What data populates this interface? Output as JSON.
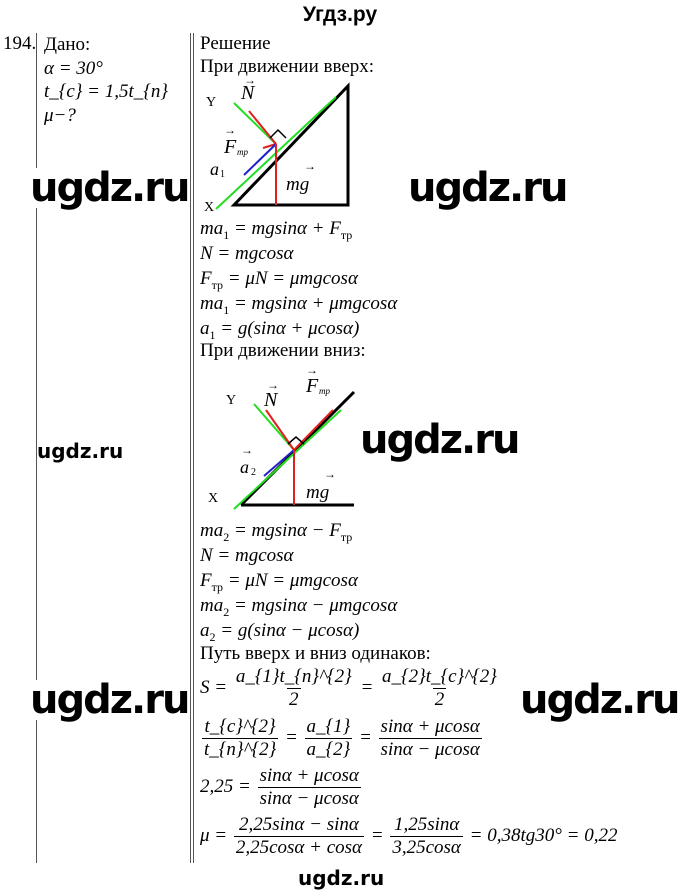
{
  "header": {
    "title": "Угдз.ру"
  },
  "problem_number": "194.",
  "given": {
    "label": "Дано:",
    "lines": [
      [
        "α = 30°"
      ],
      [
        "t_{с} = 1,5t_{п}"
      ],
      [
        "μ−?"
      ]
    ]
  },
  "solution": {
    "label": "Решение",
    "up_heading": "При движении вверх:",
    "up_lines": [
      [
        "ma_{1} = mgsinα + F_{тр}"
      ],
      [
        "N = mgcosα"
      ],
      [
        "F_{тр} = μN = μmgcosα"
      ],
      [
        "ma_{1} = mgsinα + μmgcosα"
      ],
      [
        "a_{1} = g(sinα + μcosα)"
      ]
    ],
    "down_heading": "При движении вниз:",
    "down_lines": [
      [
        "ma_{2} = mgsinα − F_{тр}"
      ],
      [
        "N = mgcosα"
      ],
      [
        "F_{тр} = μN = μmgcosα"
      ],
      [
        "ma_{2} = mgsinα − μmgcosα"
      ],
      [
        "a_{2} = g(sinα − μcosα)"
      ]
    ],
    "path_heading": "Путь вверх и вниз одинаков:",
    "path_lines": [
      [
        "S = ",
        {
          "num": "a_{1}t_{п}^{2}",
          "den": "2"
        },
        " = ",
        {
          "num": "a_{2}t_{с}^{2}",
          "den": "2"
        }
      ],
      [
        {
          "num": "t_{с}^{2}",
          "den": "t_{п}^{2}"
        },
        " = ",
        {
          "num": "a_{1}",
          "den": "a_{2}"
        },
        " = ",
        {
          "num": "sinα + μcosα",
          "den": "sinα − μcosα"
        }
      ],
      [
        "2,25 = ",
        {
          "num": "sinα + μcosα",
          "den": "sinα − μcosα"
        }
      ],
      [
        "μ = ",
        {
          "num": "2,25sinα − sinα",
          "den": "2,25cosα + cosα"
        },
        " = ",
        {
          "num": "1,25sinα",
          "den": "3,25cosα"
        },
        " = 0,38tg30° = 0,22"
      ]
    ]
  },
  "diagram_up": {
    "axis_y": "Y",
    "axis_x": "X",
    "normal": "N",
    "friction": "F",
    "friction_sub": "тр",
    "accel": "a",
    "accel_sub": "1",
    "gravity": "mg"
  },
  "diagram_down": {
    "axis_y": "Y",
    "axis_x": "X",
    "normal": "N",
    "friction": "F",
    "friction_sub": "тр",
    "accel": "a",
    "accel_sub": "2",
    "gravity": "mg"
  },
  "colors": {
    "normal": "#e02020",
    "friction": "#e02020",
    "axis": "#22dd22",
    "accel": "#2020cc",
    "gravity": "#e02020"
  },
  "watermarks": [
    "ugdz.ru",
    "ugdz.ru",
    "ugdz.ru",
    "ugdz.ru",
    "ugdz.ru",
    "ugdz.ru",
    "ugdz.ru"
  ]
}
